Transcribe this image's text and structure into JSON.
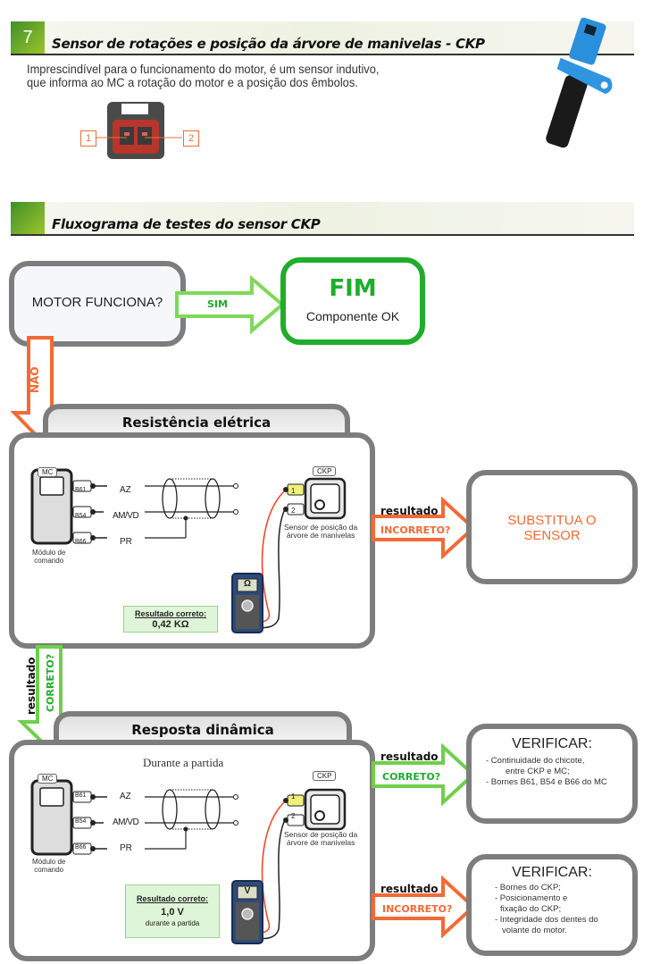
{
  "section1": {
    "number": "7",
    "title": "Sensor de rotações e posição da árvore de manivelas - CKP",
    "intro_line1": "Imprescindível para o funcionamento do motor, é um sensor indutivo,",
    "intro_line2": "que informa ao MC a rotação do motor e a posição dos êmbolos.",
    "connector_pins": [
      "1",
      "2"
    ]
  },
  "section2": {
    "title": "Fluxograma de testes do sensor CKP"
  },
  "flow": {
    "start_question": "MOTOR FUNCIONA?",
    "yes_label": "SIM",
    "no_label": "NÃO",
    "end_title": "FIM",
    "end_subtitle": "Componente OK",
    "result_word": "resultado",
    "correct_label": "CORRETO?",
    "incorrect_label": "INCORRETO?",
    "replace_sensor": [
      "SUBSTITUA O",
      "SENSOR"
    ]
  },
  "test1": {
    "title": "Resistência elétrica",
    "meter_symbol": "Ω",
    "result_title": "Resultado correto:",
    "result_value": "0,42 KΩ"
  },
  "test2": {
    "title": "Resposta dinâmica",
    "subtitle": "Durante a partida",
    "meter_symbol": "V",
    "result_title": "Resultado correto:",
    "result_value": "1,0 V",
    "result_note": "durante a partida"
  },
  "diagram": {
    "mc_label": "MC",
    "mc_caption": [
      "Módulo de",
      "comando"
    ],
    "pins": [
      "B61",
      "B54",
      "B66"
    ],
    "wires": [
      "AZ",
      "AM/VD",
      "PR"
    ],
    "ckp_label": "CKP",
    "ckp_pins": [
      "1",
      "2"
    ],
    "ckp_caption": [
      "Sensor de posição da",
      "árvore de manivelas"
    ]
  },
  "verify_correct": {
    "title": "VERIFICAR:",
    "items": [
      "- Continuidade do chicote,",
      "entre CKP e MC;",
      "- Bornes B61, B54 e B66 do MC"
    ]
  },
  "verify_incorrect": {
    "title": "VERIFICAR:",
    "items": [
      "- Bornes do CKP;",
      "- Posicionamento e",
      "fixação do CKP;",
      "- Integridade dos dentes do",
      "volante do motor."
    ]
  },
  "colors": {
    "green": "#1fad2b",
    "orange": "#f26a35",
    "grey_border": "#7d7d7d",
    "result_bg": "#dff5d8"
  }
}
